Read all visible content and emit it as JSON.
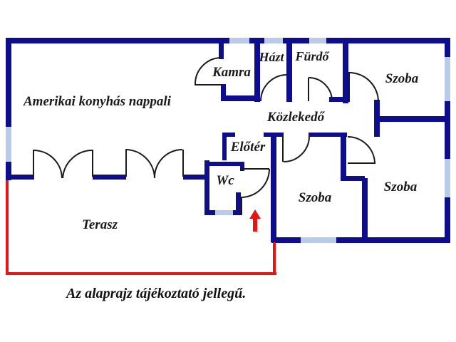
{
  "title": "floor-plan",
  "colors": {
    "wall": "#0d0d8e",
    "window": "#b9cbe9",
    "accent": "#e51515",
    "text": "#1a1a1a"
  },
  "rooms": {
    "nappali": {
      "label": "Amerikai konyhás nappali"
    },
    "kamra": {
      "label": "Kamra"
    },
    "hazt": {
      "label": "Házt"
    },
    "furdo": {
      "label": "Fürdő"
    },
    "szoba_top_right": {
      "label": "Szoba"
    },
    "kozlekedo": {
      "label": "Közlekedő"
    },
    "eloter": {
      "label": "Előtér"
    },
    "wc": {
      "label": "Wc"
    },
    "szoba_middle": {
      "label": "Szoba"
    },
    "szoba_bot_right": {
      "label": "Szoba"
    },
    "terasz": {
      "label": "Terasz"
    }
  },
  "markers": {
    "entrance_arrow": "up-arrow-red"
  },
  "footer": {
    "disclaimer": "Az alaprajz tájékoztató jellegű."
  }
}
